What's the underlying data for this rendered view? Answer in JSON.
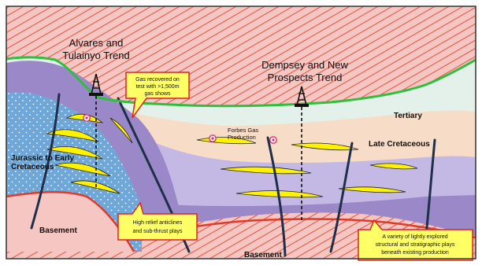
{
  "titles": {
    "alvares_line1": "Alvares and",
    "alvares_line2": "Tulainyo Trend",
    "dempsey_line1": "Dempsey and New",
    "dempsey_line2": "Prospects Trend"
  },
  "units": {
    "tertiary": "Tertiary",
    "late_cretaceous": "Late Cretaceous",
    "jurassic_line1": "Jurassic to Early",
    "jurassic_line2": "Cretaceous",
    "basement_left": "Basement",
    "basement_center": "Basement"
  },
  "callouts": {
    "gas_recovered": [
      "Gas recovered on",
      "test with >1,500m",
      "gas shows"
    ],
    "high_relief": [
      "High relief anticlines",
      "and sub-thrust plays"
    ],
    "variety": [
      "A variety of lightly explored",
      "structural and stratigraphic plays",
      "beneath existing production"
    ]
  },
  "labels": {
    "forbes_line1": "Forbes Gas",
    "forbes_line2": "Production"
  },
  "icons": [
    "drilling-rig-icon",
    "gas-show-icon"
  ],
  "colors": {
    "surface_line": "#2fbf3c",
    "tertiary": "#e4f0ea",
    "late_cretaceous": "#f7dcc8",
    "lavender": "#c4b8e4",
    "purple": "#9a88c8",
    "jurassic_blue": "#6fa7d9",
    "basement_pink": "#f6c7c2",
    "basement_red": "#e03a2a",
    "sand_yellow": "#fff200",
    "fault": "#1f2f4a",
    "callout_fill": "#ffff66",
    "callout_border": "#e02020"
  }
}
